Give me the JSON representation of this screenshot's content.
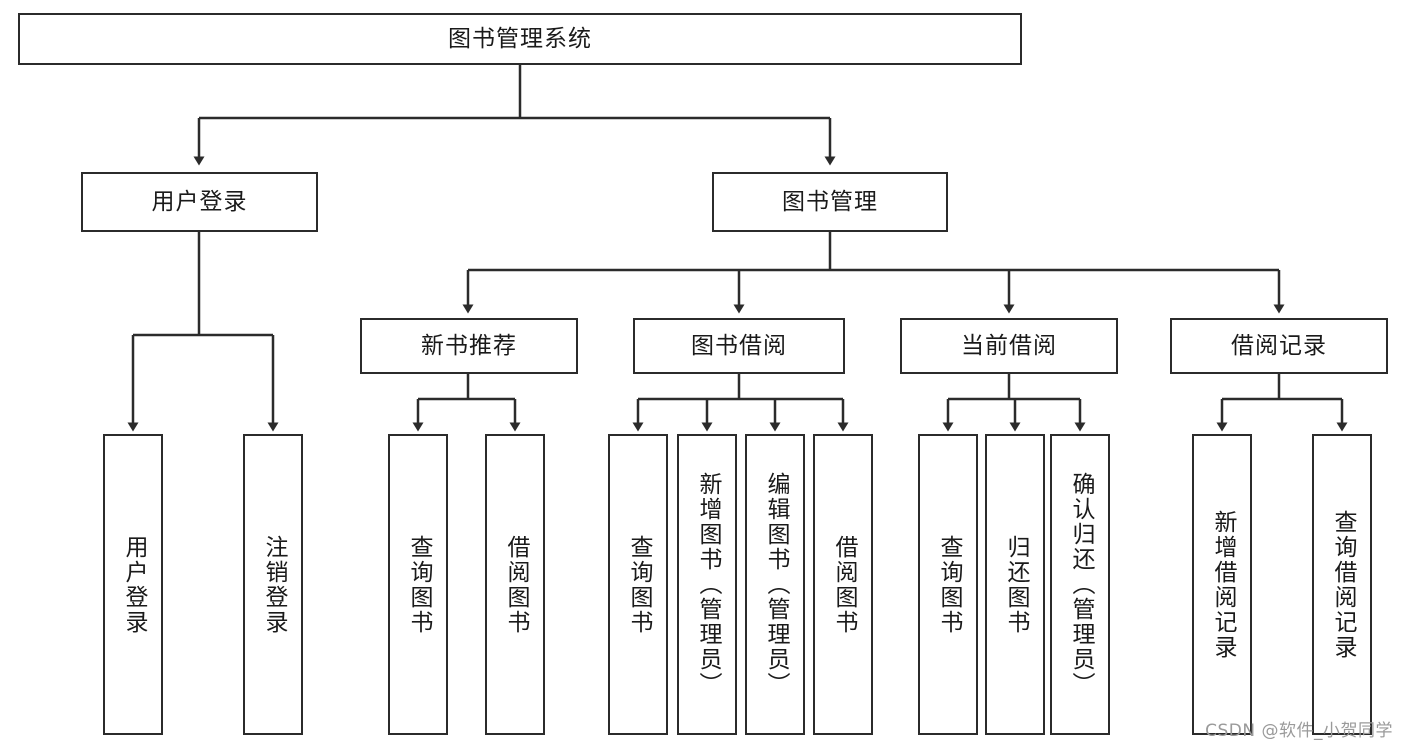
{
  "diagram": {
    "type": "tree-hierarchy",
    "title": "图书管理系统",
    "orientation": "top-down",
    "edge_style": "orthogonal-with-arrowheads",
    "colors": {
      "box_border": "#2b2b2b",
      "box_fill": "#ffffff",
      "edge": "#2b2b2b",
      "text": "#1a1a1a",
      "watermark": "#9a9a9a",
      "background": "#ffffff"
    },
    "levels": [
      {
        "level": 1,
        "nodes": [
          {
            "id": "root",
            "label": "图书管理系统",
            "text_orientation": "horizontal"
          }
        ]
      },
      {
        "level": 2,
        "nodes": [
          {
            "id": "user-login",
            "label": "用户登录",
            "parent": "root",
            "text_orientation": "horizontal"
          },
          {
            "id": "book-manage",
            "label": "图书管理",
            "parent": "root",
            "text_orientation": "horizontal"
          }
        ]
      },
      {
        "level": 3,
        "nodes": [
          {
            "id": "new-book-rec",
            "label": "新书推荐",
            "parent": "book-manage",
            "text_orientation": "horizontal"
          },
          {
            "id": "book-borrow",
            "label": "图书借阅",
            "parent": "book-manage",
            "text_orientation": "horizontal"
          },
          {
            "id": "current-borrow",
            "label": "当前借阅",
            "parent": "book-manage",
            "text_orientation": "horizontal"
          },
          {
            "id": "borrow-record",
            "label": "借阅记录",
            "parent": "book-manage",
            "text_orientation": "horizontal"
          }
        ]
      },
      {
        "level": 4,
        "nodes": [
          {
            "id": "leaf-user-login",
            "label": "用户登录",
            "parent": "user-login",
            "text_orientation": "vertical"
          },
          {
            "id": "leaf-user-logout",
            "label": "注销登录",
            "parent": "user-login",
            "text_orientation": "vertical"
          },
          {
            "id": "leaf-query-book-1",
            "label": "查询图书",
            "parent": "new-book-rec",
            "text_orientation": "vertical"
          },
          {
            "id": "leaf-borrow-book-1",
            "label": "借阅图书",
            "parent": "new-book-rec",
            "text_orientation": "vertical"
          },
          {
            "id": "leaf-query-book-2",
            "label": "查询图书",
            "parent": "book-borrow",
            "text_orientation": "vertical"
          },
          {
            "id": "leaf-add-book",
            "label": "新增图书（管理员）",
            "parent": "book-borrow",
            "text_orientation": "vertical"
          },
          {
            "id": "leaf-edit-book",
            "label": "编辑图书（管理员）",
            "parent": "book-borrow",
            "text_orientation": "vertical"
          },
          {
            "id": "leaf-borrow-book-2",
            "label": "借阅图书",
            "parent": "book-borrow",
            "text_orientation": "vertical"
          },
          {
            "id": "leaf-query-book-3",
            "label": "查询图书",
            "parent": "current-borrow",
            "text_orientation": "vertical"
          },
          {
            "id": "leaf-return-book",
            "label": "归还图书",
            "parent": "current-borrow",
            "text_orientation": "vertical"
          },
          {
            "id": "leaf-confirm-return",
            "label": "确认归还（管理员）",
            "parent": "current-borrow",
            "text_orientation": "vertical"
          },
          {
            "id": "leaf-add-record",
            "label": "新增借阅记录",
            "parent": "borrow-record",
            "text_orientation": "vertical"
          },
          {
            "id": "leaf-query-record",
            "label": "查询借阅记录",
            "parent": "borrow-record",
            "text_orientation": "vertical"
          }
        ]
      }
    ]
  },
  "watermark": {
    "text": "CSDN @软件_小贺同学"
  }
}
